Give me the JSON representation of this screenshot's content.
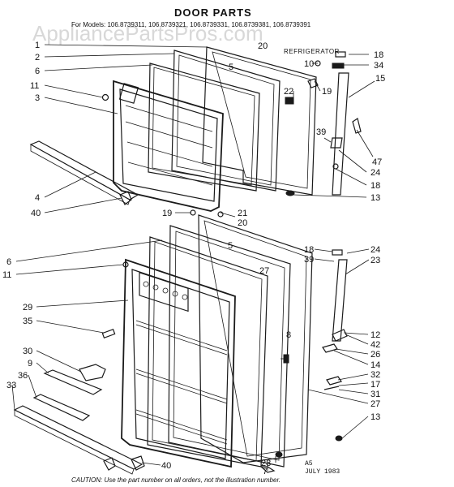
{
  "title": "DOOR PARTS",
  "models_line": "For Models: 106.8739311, 106.8739321, 106.8739331, 106.8739381, 106.8739391",
  "subtitle": "REFRIGERATOR",
  "watermark": "AppliancePartsPros.com",
  "caution": "CAUTION: Use the part number on all orders, not the illustration number.",
  "footer_code": "A5",
  "footer_date": "JULY 1983",
  "callouts": {
    "c1": "1",
    "c2": "2",
    "c3": "3",
    "c4": "4",
    "c5": "5",
    "c6": "6",
    "c7": "7",
    "c8": "8",
    "c9": "9",
    "c10": "10",
    "c11": "11",
    "c12": "12",
    "c13": "13",
    "c14": "14",
    "c15": "15",
    "c17": "17",
    "c18": "18",
    "c19": "19",
    "c20": "20",
    "c21": "21",
    "c22": "22",
    "c23": "23",
    "c24": "24",
    "c26": "26",
    "c27": "27",
    "c28": "28",
    "c29": "29",
    "c30": "30",
    "c31": "31",
    "c32": "32",
    "c33": "33",
    "c34": "34",
    "c35": "35",
    "c36": "36",
    "c39": "39",
    "c40": "40",
    "c42": "42",
    "c47": "47"
  }
}
